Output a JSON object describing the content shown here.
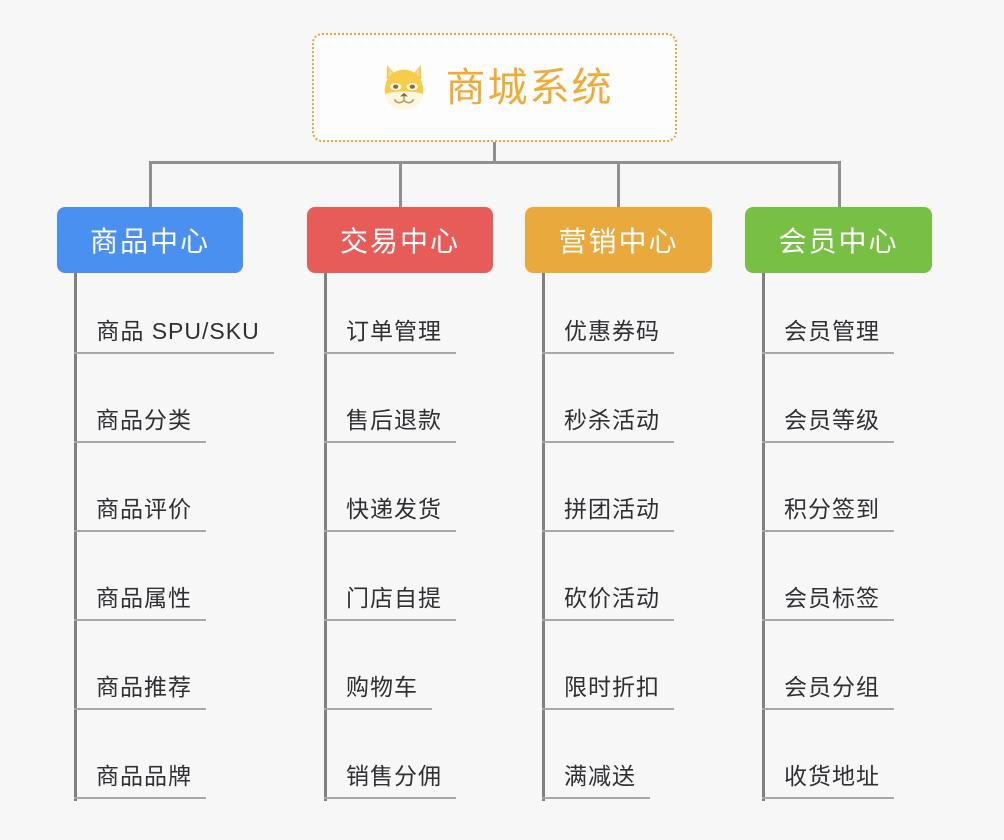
{
  "background_color": "#f7f7f7",
  "root": {
    "title": "商城系统",
    "icon": "shiba-dog-emoji",
    "text_color": "#eeab35",
    "border_color": "#e8a33d"
  },
  "connector_color": "#909090",
  "spine_color": "#808080",
  "underline_color": "#a8a8a8",
  "columns": [
    {
      "title": "商品中心",
      "color": "#4a90f0",
      "items": [
        "商品 SPU/SKU",
        "商品分类",
        "商品评价",
        "商品属性",
        "商品推荐",
        "商品品牌"
      ]
    },
    {
      "title": "交易中心",
      "color": "#e75c58",
      "items": [
        "订单管理",
        "售后退款",
        "快递发货",
        "门店自提",
        "购物车",
        "销售分佣"
      ]
    },
    {
      "title": "营销中心",
      "color": "#eaa93c",
      "items": [
        "优惠券码",
        "秒杀活动",
        "拼团活动",
        "砍价活动",
        "限时折扣",
        "满减送"
      ]
    },
    {
      "title": "会员中心",
      "color": "#77c043",
      "items": [
        "会员管理",
        "会员等级",
        "积分签到",
        "会员标签",
        "会员分组",
        "收货地址"
      ]
    }
  ]
}
